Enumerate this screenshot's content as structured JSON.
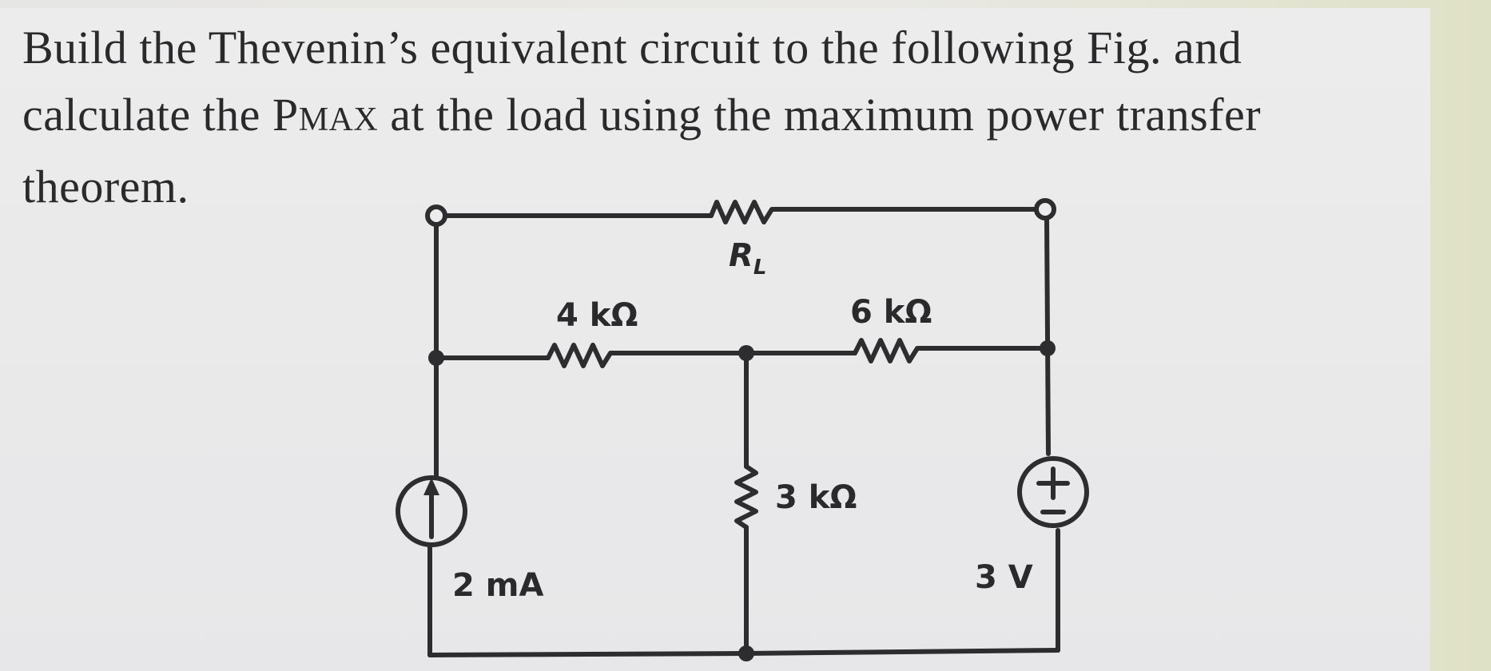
{
  "problem": {
    "line1": "Build the Thevenin’s equivalent circuit to the following Fig. and",
    "line2_pre": "calculate the P",
    "line2_sub": "MAX",
    "line2_post": " at the load using the maximum power transfer",
    "line3": "theorem."
  },
  "circuit": {
    "rl_label": "R",
    "rl_sub": "L",
    "r1_label": "4 kΩ",
    "r2_label": "6 kΩ",
    "r3_label": "3 kΩ",
    "current_source_label": "2 mA",
    "voltage_source_label": "3 V",
    "plus_sign": "+",
    "minus_sign": "–"
  },
  "colors": {
    "wire": "#2d2d30",
    "text": "#2a2a2c"
  }
}
